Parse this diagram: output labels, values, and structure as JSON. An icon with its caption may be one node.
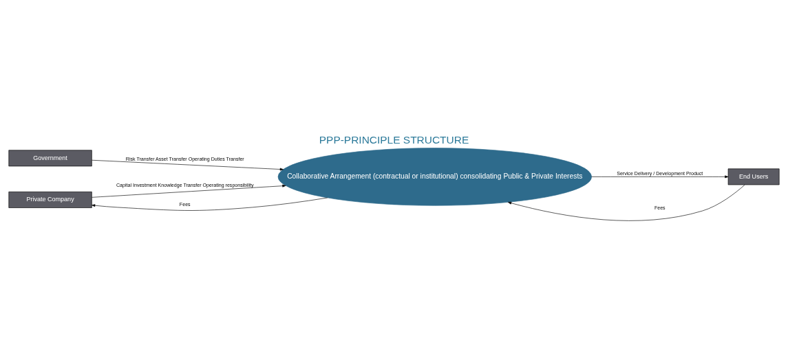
{
  "diagram": {
    "title": "PPP-PRINCIPLE STRUCTURE",
    "nodes": [
      {
        "text": [
          "Government"
        ]
      },
      {
        "text": [
          "End Users"
        ]
      },
      {
        "text": [
          "Collaborative Arrangement (contractual or institutional) consolidating Public & Private Interests"
        ]
      },
      {
        "text": [
          "Private Company"
        ]
      }
    ],
    "edges": [
      {
        "from": 0,
        "to": 2,
        "arrow": "to",
        "label": "Risk Transfer Asset Transfer Operating Duties Transfer"
      },
      {
        "from": 1,
        "to": 2,
        "arrow": "to",
        "label": "Fees"
      },
      {
        "from": 2,
        "to": 1,
        "arrow": "to",
        "label": "Service Delivery / Development Product"
      },
      {
        "from": 3,
        "to": 2,
        "arrow": "to",
        "label": "Capital Investment Knowledge Transfer Operating responsibility"
      },
      {
        "from": 2,
        "to": 3,
        "arrow": "to",
        "label": "Fees"
      }
    ]
  }
}
